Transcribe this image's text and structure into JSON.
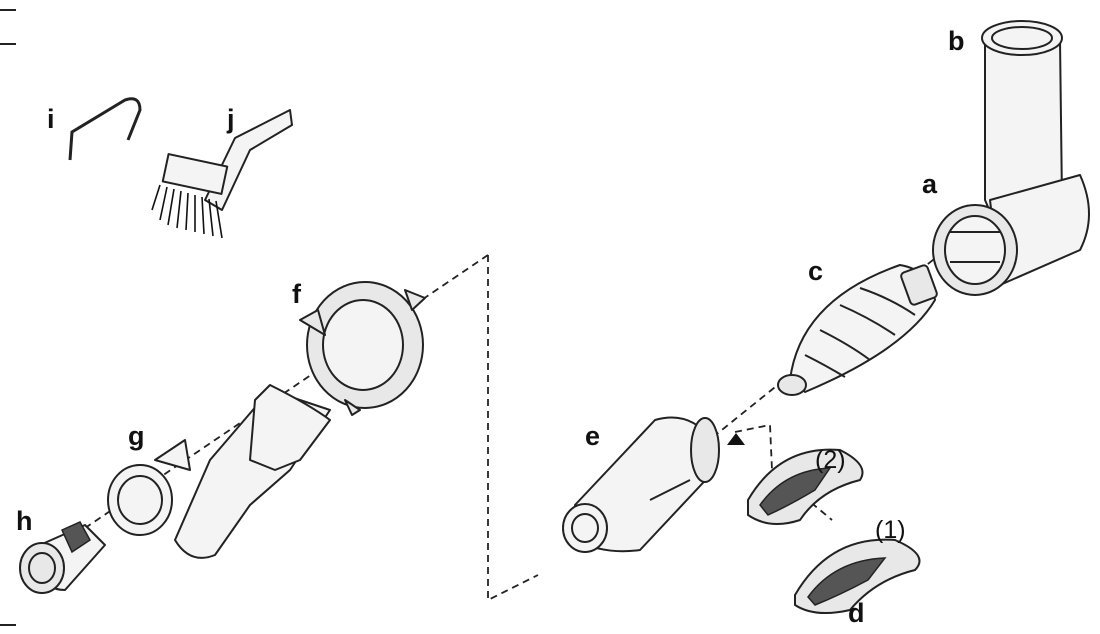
{
  "diagram": {
    "labels": {
      "a": "a",
      "b": "b",
      "c": "c",
      "d": "d",
      "e": "e",
      "f": "f",
      "g": "g",
      "h": "h",
      "i": "i",
      "j": "j"
    },
    "position_markers": {
      "one": "(1)",
      "two": "(2)"
    }
  }
}
